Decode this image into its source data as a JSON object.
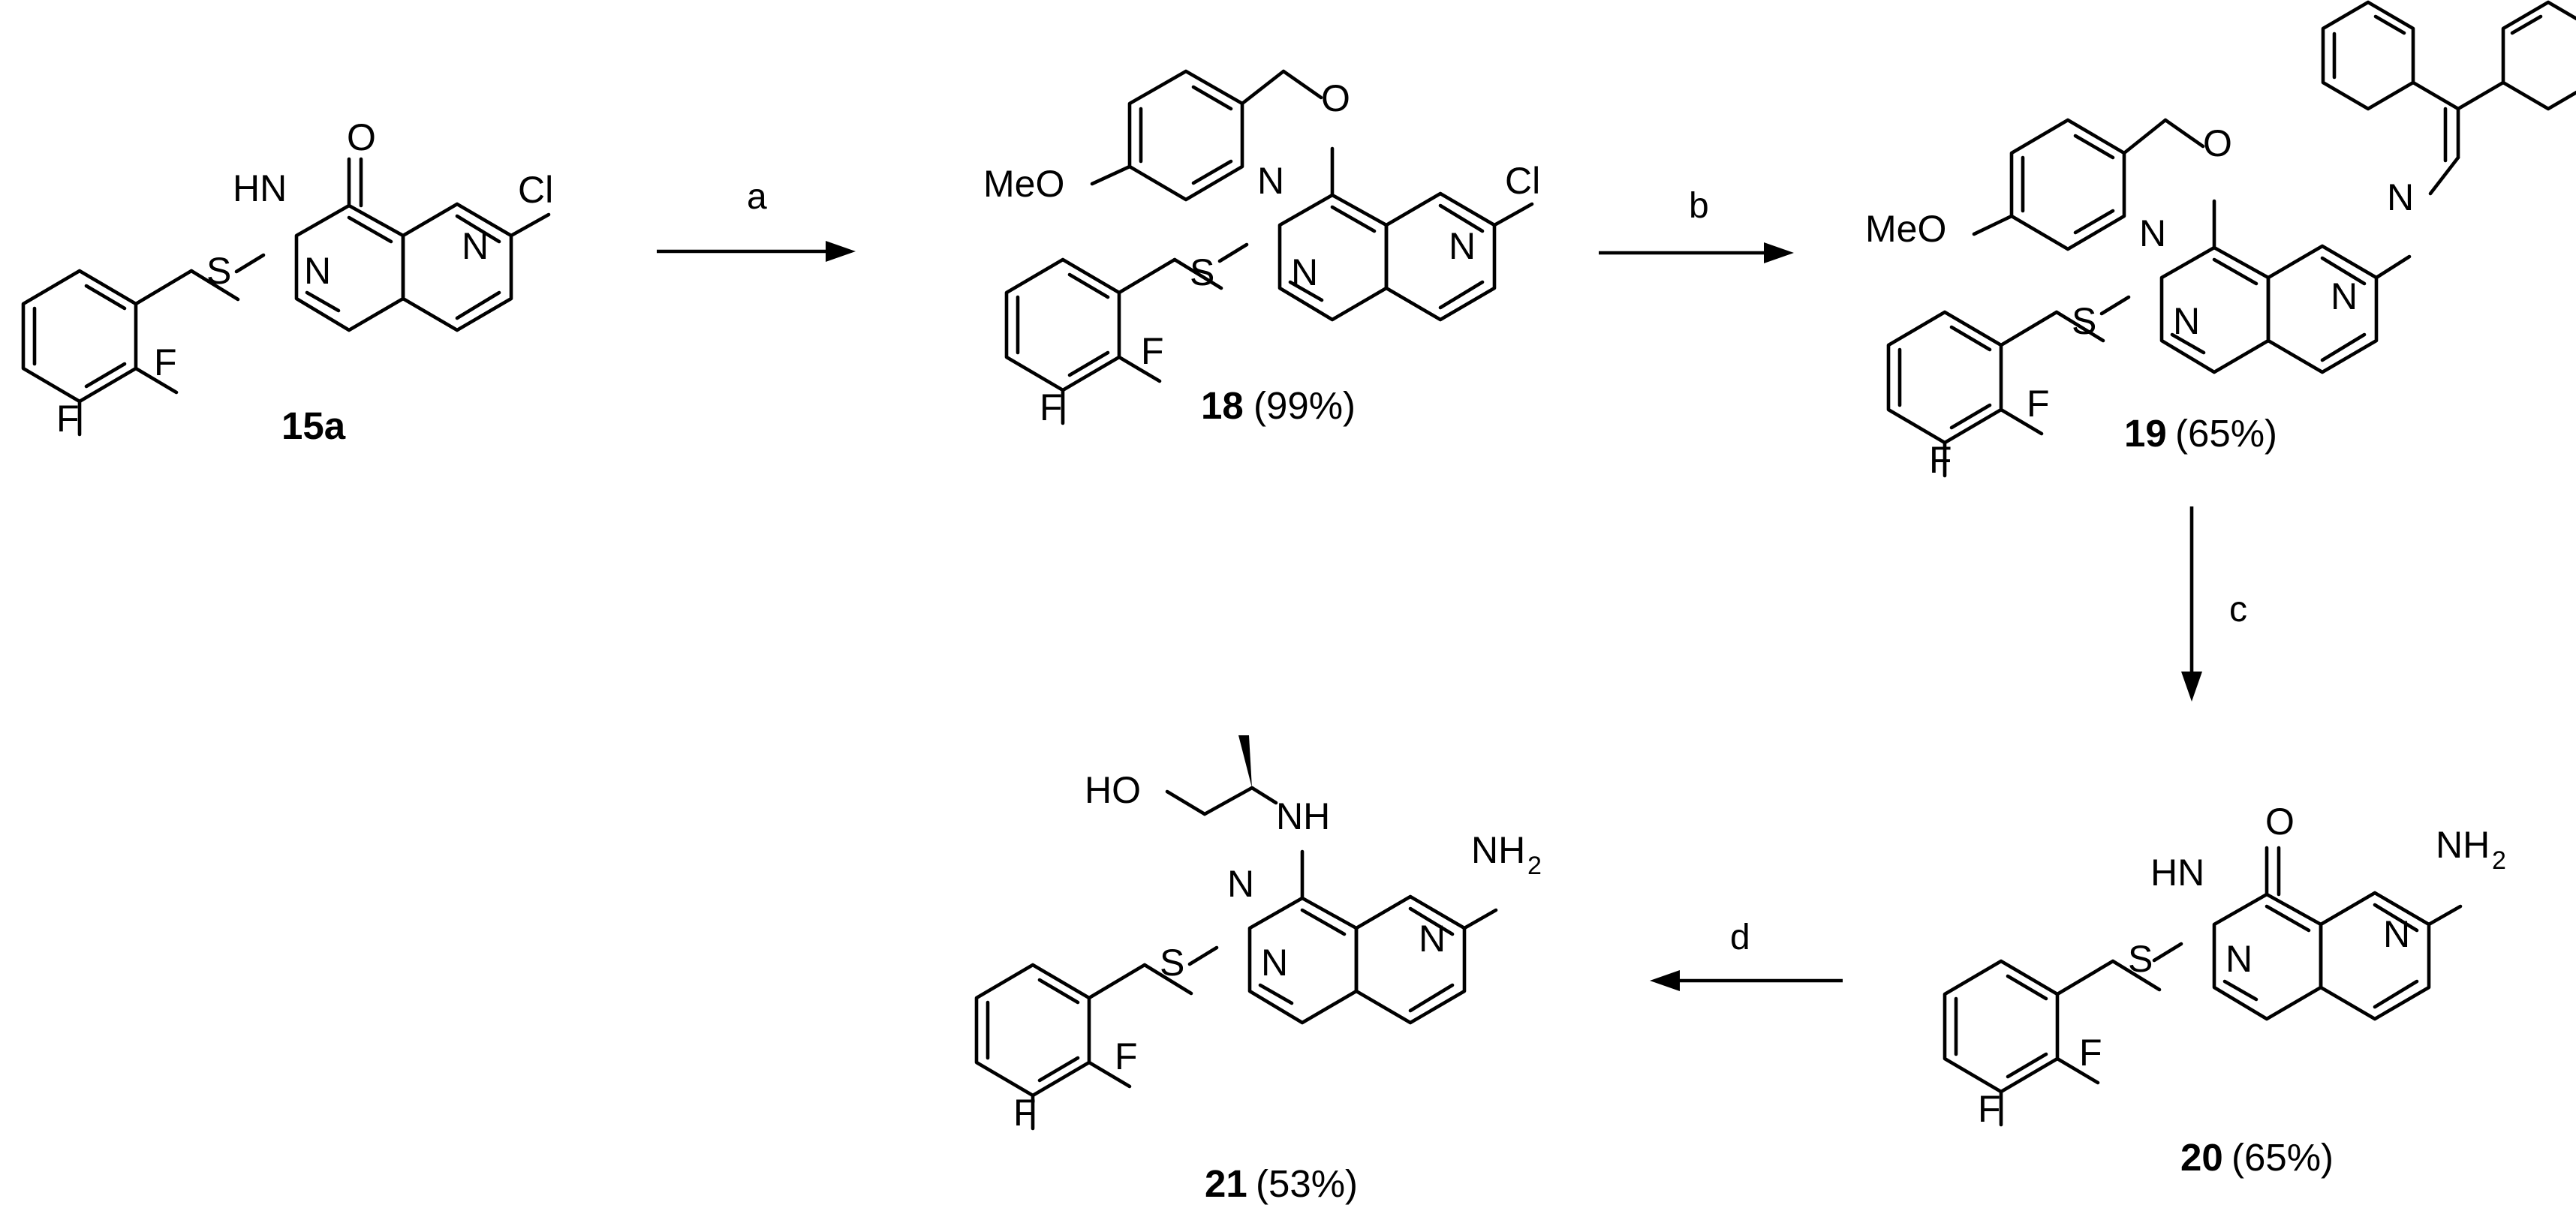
{
  "atoms": {
    "o": "O",
    "hn": "HN",
    "h": "H",
    "n": "N",
    "s": "S",
    "f": "F",
    "cl": "Cl",
    "meo": "MeO",
    "ho": "HO",
    "nh": "NH",
    "nh2_main": "NH",
    "nh2_sub": "2"
  },
  "reagents": {
    "a": "a",
    "b": "b",
    "c": "c",
    "d": "d"
  },
  "compounds": [
    {
      "id": "15a",
      "yield": ""
    },
    {
      "id": "18",
      "yield": "(99%)"
    },
    {
      "id": "19",
      "yield": "(65%)"
    },
    {
      "id": "20",
      "yield": "(65%)"
    },
    {
      "id": "21",
      "yield": "(53%)"
    }
  ]
}
